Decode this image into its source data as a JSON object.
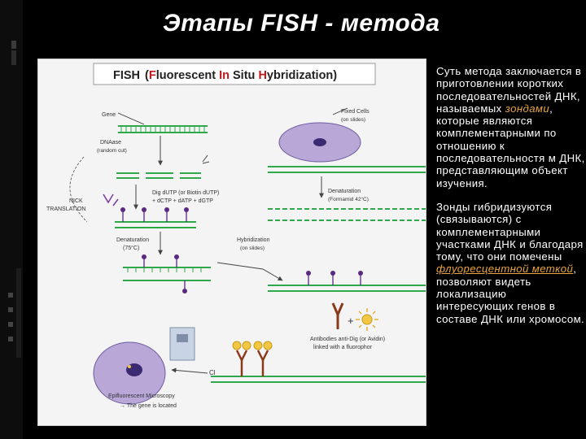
{
  "slide": {
    "title": "Этапы FISH - метода"
  },
  "figure": {
    "banner_fish": "FISH",
    "banner_paren_open": "(",
    "banner_F": "F",
    "banner_luorescent": "luorescent ",
    "banner_In": "In",
    "banner_Situ": " Situ ",
    "banner_H": "H",
    "banner_ybridization": "ybridization)",
    "labels": {
      "gene": "Gene",
      "dnaase": "DNAase",
      "random_cut": "(random cut)",
      "dig_dutp": "Dig dUTP (or Biotin dUTP)",
      "dctp": "+ dCTP + dATP + dGTP",
      "nick": "NICK",
      "translation": "TRANSLATION",
      "denaturation": "Denaturation",
      "temp_75": "(75°C)",
      "hybridization": "Hybridization",
      "on_slides_1": "(on slides)",
      "fixed_cells": "Fixed Cells",
      "on_slides_2": "(on slides)",
      "denaturation_2": "Denaturation",
      "formamid": "(Formamid 42°C)",
      "antibodies_1": "Antibodies anti-Dig (or Avidin)",
      "antibodies_2": "linked with a fluorophor",
      "cl": "Cl",
      "epi": "Epifluorescent Microscopy",
      "gene_located": "→ The gene is located"
    }
  },
  "description": {
    "p1_a": "Суть метода заключается в приготовлении коротких последовательностей ДНК, называемых ",
    "p1_em": "зондами",
    "p1_b": ", которые являются комплементарными по отношению к последовательностя м ДНК, представляющим объект изучения.",
    "p2_a": "Зонды гибридизуются (связываются) с комплементарными участками ДНК и благодаря тому, что они помечены ",
    "p2_em": "флуоресцентной меткой",
    "p2_b": ", позволяют видеть локализацию интересующих генов в составе ДНК или хромосом."
  },
  "colors": {
    "background": "#000000",
    "text": "#ffffff",
    "accent": "#e8a33c",
    "dna": "#2fa84a",
    "probe": "#5a2a82",
    "banner_initial": "#c0161c"
  }
}
